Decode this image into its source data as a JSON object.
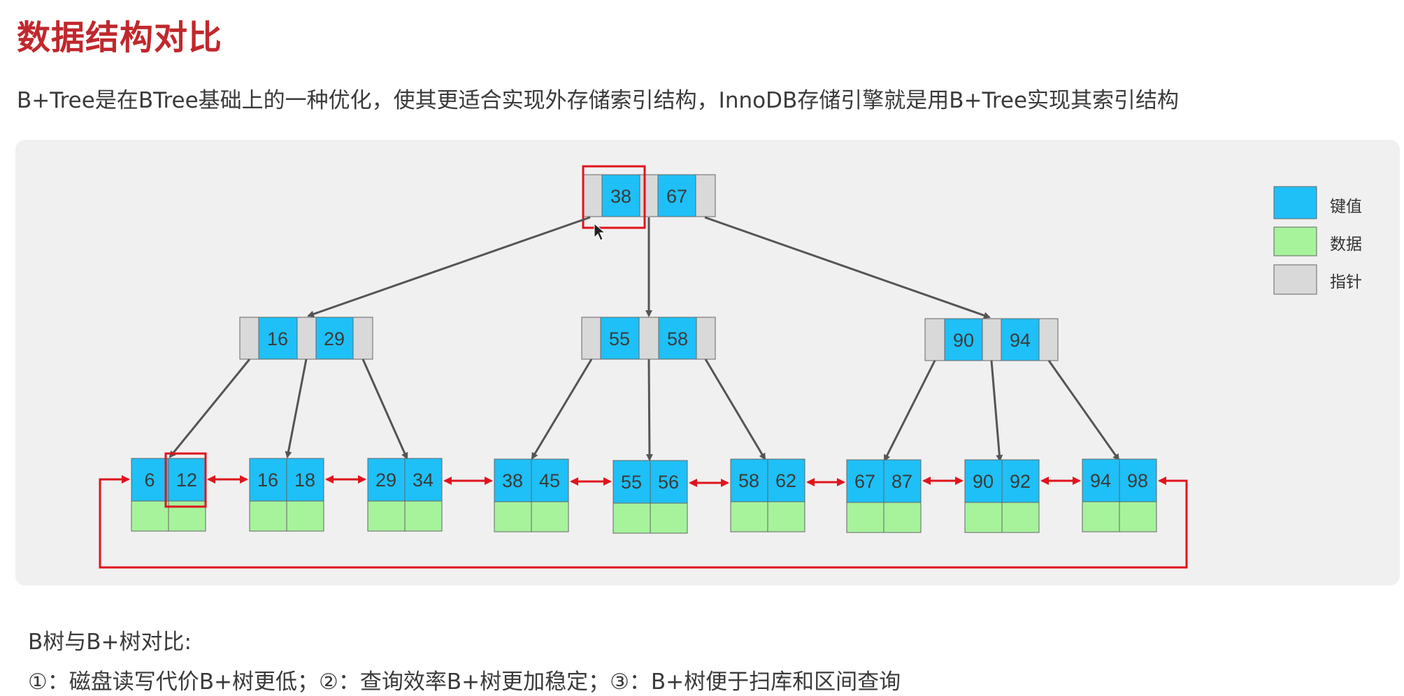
{
  "header": {
    "title": "数据结构对比",
    "subtitle": "B+Tree是在BTree基础上的一种优化，使其更适合实现外存储索引结构，InnoDB存储引擎就是用B+Tree实现其索引结构"
  },
  "legend": {
    "items": [
      {
        "label": "键值",
        "color": "#1ec0f7"
      },
      {
        "label": "数据",
        "color": "#a6f39c"
      },
      {
        "label": "指针",
        "color": "#d9d9d9"
      }
    ]
  },
  "colors": {
    "key": "#1ec0f7",
    "data": "#a6f39c",
    "pointer": "#d9d9d9",
    "link": "#e0141c",
    "edge": "#555555"
  },
  "tree": {
    "root": {
      "keys": [
        "38",
        "67"
      ]
    },
    "internal": [
      {
        "keys": [
          "16",
          "29"
        ]
      },
      {
        "keys": [
          "55",
          "58"
        ]
      },
      {
        "keys": [
          "90",
          "94"
        ]
      }
    ],
    "leaves": [
      {
        "keys": [
          "6",
          "12"
        ]
      },
      {
        "keys": [
          "16",
          "18"
        ]
      },
      {
        "keys": [
          "29",
          "34"
        ]
      },
      {
        "keys": [
          "38",
          "45"
        ]
      },
      {
        "keys": [
          "55",
          "56"
        ]
      },
      {
        "keys": [
          "58",
          "62"
        ]
      },
      {
        "keys": [
          "67",
          "87"
        ]
      },
      {
        "keys": [
          "90",
          "92"
        ]
      },
      {
        "keys": [
          "94",
          "98"
        ]
      }
    ]
  },
  "comparison": {
    "title": "B树与B+树对比:",
    "points": "①：磁盘读写代价B+树更低；②：查询效率B+树更加稳定；③：B+树便于扫库和区间查询"
  }
}
